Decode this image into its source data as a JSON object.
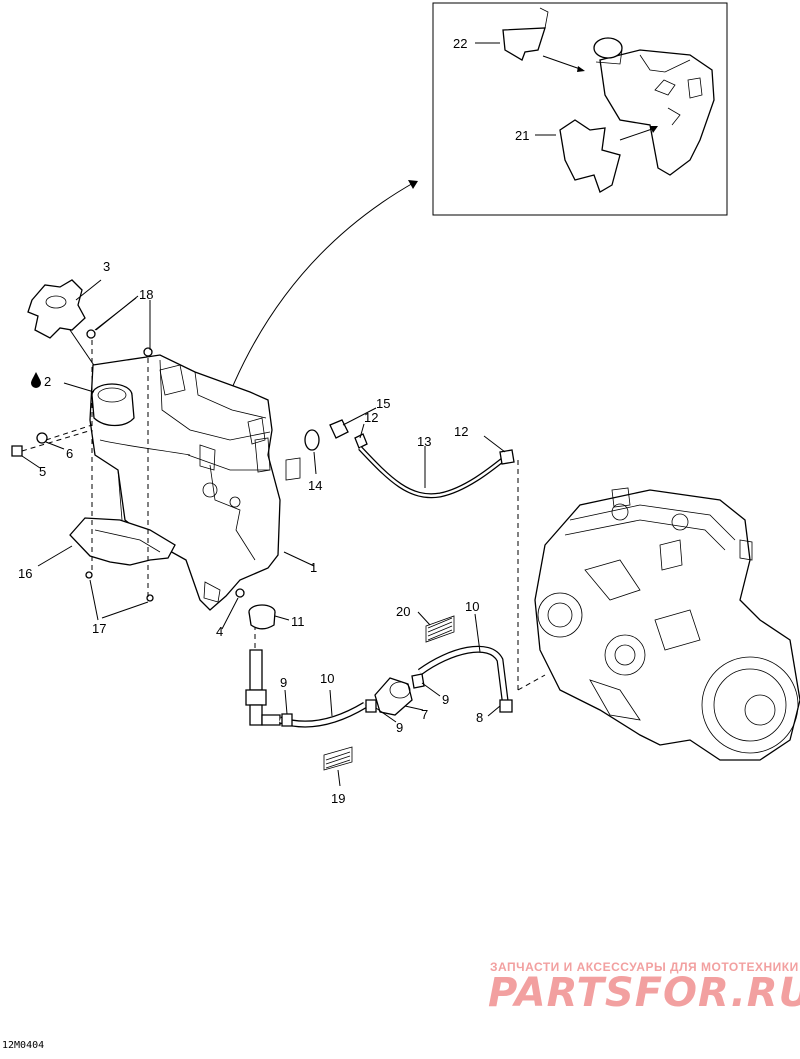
{
  "labels": {
    "l1": "1",
    "l2": "2",
    "l3": "3",
    "l4": "4",
    "l5": "5",
    "l6": "6",
    "l7": "7",
    "l8": "8",
    "l9a": "9",
    "l9b": "9",
    "l9c": "9",
    "l10a": "10",
    "l10b": "10",
    "l11": "11",
    "l12a": "12",
    "l12b": "12",
    "l13": "13",
    "l14": "14",
    "l15": "15",
    "l16": "16",
    "l17": "17",
    "l18": "18",
    "l19": "19",
    "l20": "20",
    "l21": "21",
    "l22": "22"
  },
  "watermark": {
    "tagline": "ЗАПЧАСТИ И АКСЕССУАРЫ ДЛЯ МОТОТЕХНИКИ",
    "logo": "PARTSFOR.RU"
  },
  "figure_code": "12M0404"
}
